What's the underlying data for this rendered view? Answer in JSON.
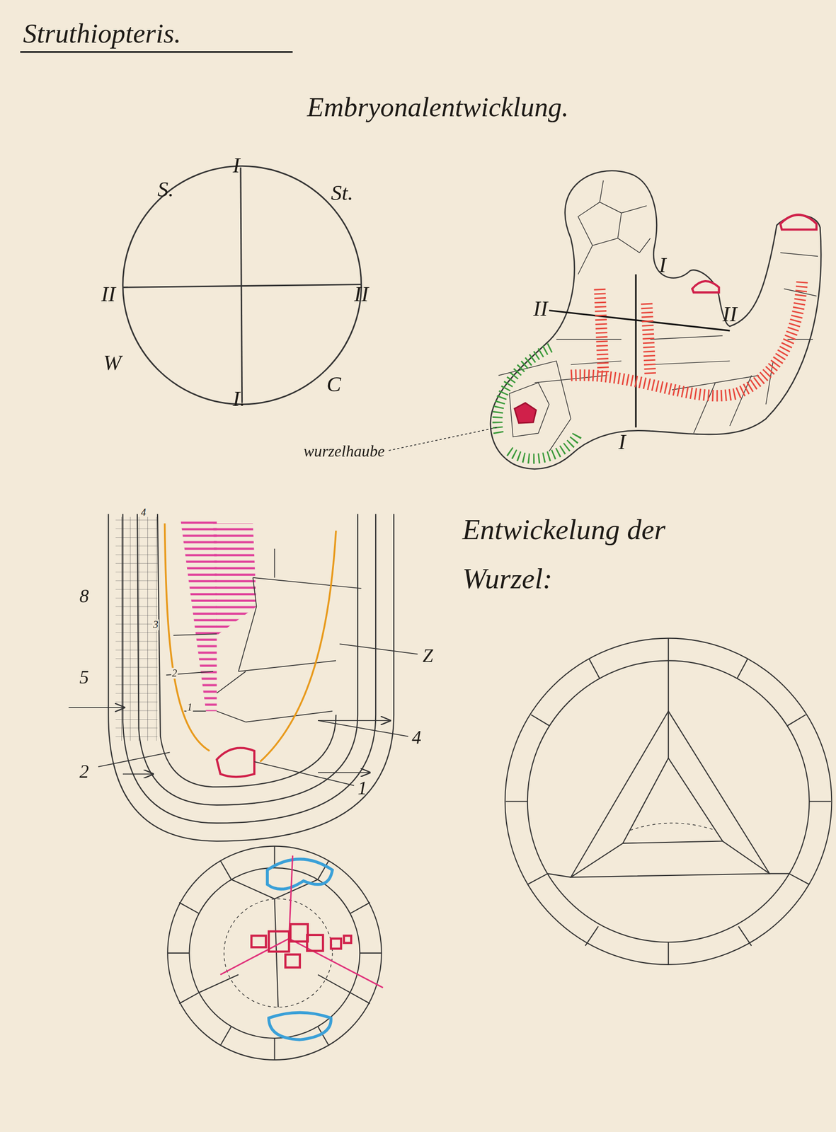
{
  "diagram": {
    "title": "Struthiopteris.",
    "labels": [
      "Embryonalentwicklung.",
      "S.",
      "I",
      "St.",
      "II",
      "II",
      "W",
      "C",
      "I.",
      "I",
      "II",
      "II",
      "I",
      "wurzelhaube",
      "4",
      "8",
      "3",
      "5",
      "2",
      "1",
      "2",
      "1",
      "4",
      "Z",
      "Entwickelung der Wurzel:"
    ]
  }
}
